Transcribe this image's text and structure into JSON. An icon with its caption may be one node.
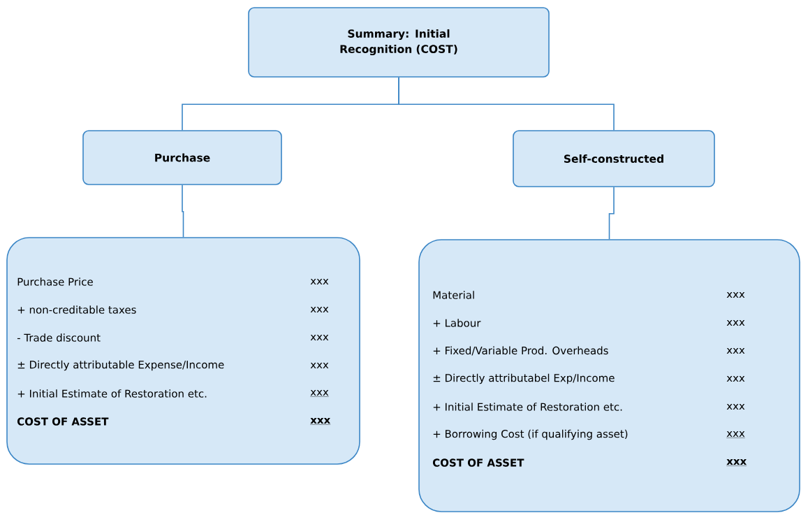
{
  "diagram": {
    "nodes": [
      {
        "text": [
          "Summary: Initial Recognition (COST)"
        ]
      },
      {
        "text": [
          "Purchase"
        ]
      },
      {
        "text": [
          "Self-constructed"
        ]
      },
      {
        "text": [
          "Purchase Price",
          "xxx",
          "+ non-creditable taxes",
          "xxx",
          "- Trade discount",
          "xxx",
          "± Directly attributable Expense/Income",
          "xxx",
          "+ Initial Estimate of Restoration etc.",
          "xxx",
          "COST OF ASSET",
          "xxx"
        ]
      },
      {
        "text": [
          "Material",
          "xxx",
          "+ Labour",
          "xxx",
          "+ Fixed/Variable Prod. Overheads",
          "xxx",
          "± Directly attributabel Exp/Income",
          "xxx",
          "+ Initial Estimate of Restoration etc.",
          "xxx",
          "+ Borrowing Cost (if qualifying asset)",
          "xxx",
          "COST OF ASSET",
          "xxx"
        ]
      }
    ],
    "edges": [
      {
        "from": 0,
        "to": 1,
        "arrow": "none"
      },
      {
        "from": 0,
        "to": 2,
        "arrow": "none"
      },
      {
        "from": 1,
        "to": 3,
        "arrow": "none"
      },
      {
        "from": 2,
        "to": 4,
        "arrow": "none"
      }
    ]
  }
}
